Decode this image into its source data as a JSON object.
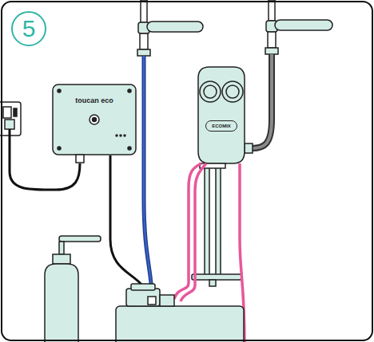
{
  "diagram": {
    "nodes": [
      {
        "text": [
          "5"
        ]
      },
      {
        "text": [
          "toucan eco"
        ]
      },
      {
        "text": [
          "ECOMIX"
        ]
      }
    ]
  }
}
